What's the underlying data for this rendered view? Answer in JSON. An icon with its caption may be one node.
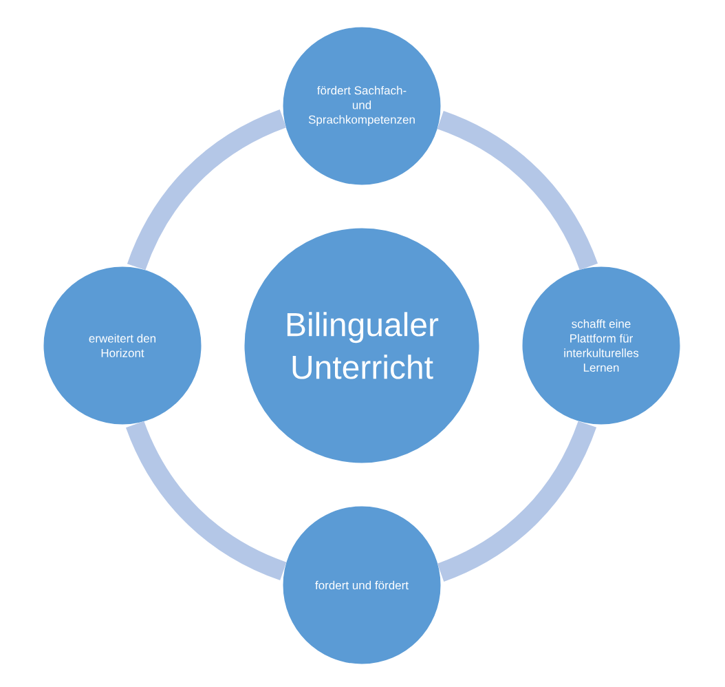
{
  "diagram": {
    "nodes": [
      {
        "text": [
          "fördert Sachfach- und Sprachkompetenzen"
        ]
      },
      {
        "text": [
          "erweitert den Horizont"
        ]
      },
      {
        "text": [
          "Bilingualer Unterricht"
        ]
      },
      {
        "text": [
          "schafft eine Plattform für interkulturelles Lernen"
        ]
      },
      {
        "text": [
          "fordert und fördert"
        ]
      }
    ],
    "edges": [
      {
        "from": 0,
        "to": 3,
        "arrow": "none"
      },
      {
        "from": 3,
        "to": 4,
        "arrow": "none"
      },
      {
        "from": 4,
        "to": 1,
        "arrow": "none"
      },
      {
        "from": 1,
        "to": 0,
        "arrow": "none"
      }
    ]
  }
}
